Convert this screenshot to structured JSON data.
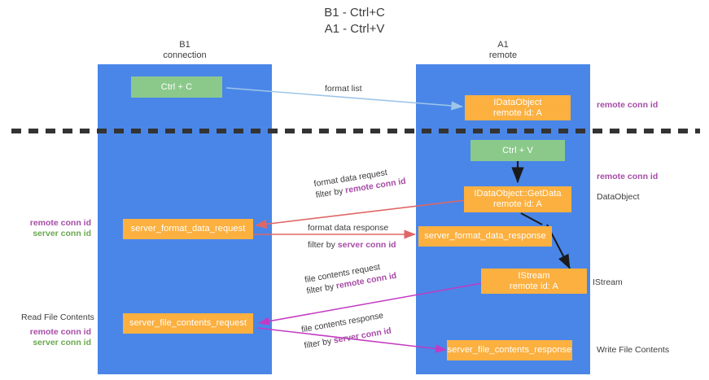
{
  "title": "B1 - Ctrl+C\nA1 - Ctrl+V",
  "colors": {
    "lane": "#4a86e8",
    "green_node": "#8bc98b",
    "orange_node": "#fbb040",
    "remote_conn_id": "#a64ca6",
    "server_conn_id": "#6aa84f",
    "divider": "#333333",
    "arrow_format_list": "#9fc5e8",
    "arrow_ctrl_v": "#000000",
    "arrow_format_data": "#e06666",
    "arrow_file_contents": "#c23ac2"
  },
  "columns": [
    {
      "name": "B1",
      "role": "connection"
    },
    {
      "name": "A1",
      "role": "remote"
    }
  ],
  "nodes": {
    "ctrl_c": {
      "line1": "Ctrl + C",
      "line2": ""
    },
    "idataobject": {
      "line1": "IDataObject",
      "line2": "remote id: A"
    },
    "ctrl_v": {
      "line1": "Ctrl + V",
      "line2": ""
    },
    "getdata": {
      "line1": "IDataObject::GetData",
      "line2": "remote id: A"
    },
    "server_format_data_request": {
      "line1": "server_format_data_request",
      "line2": ""
    },
    "server_format_data_response": {
      "line1": "server_format_data_response",
      "line2": ""
    },
    "istream": {
      "line1": "IStream",
      "line2": "remote id: A"
    },
    "server_file_contents_request": {
      "line1": "server_file_contents_request",
      "line2": ""
    },
    "server_file_contents_response": {
      "line1": "server_file_contents_response",
      "line2": ""
    }
  },
  "arrow_labels": {
    "format_list": {
      "text": "format list"
    },
    "format_data_request": {
      "line1": "format data request",
      "prefix": "filter by ",
      "conn": "remote conn id"
    },
    "format_data_response": {
      "line1": "format data response",
      "prefix": "filter by ",
      "conn": "server conn id"
    },
    "file_contents_request": {
      "line1": "file contents request",
      "prefix": "filter by ",
      "conn": "remote conn id"
    },
    "file_contents_response": {
      "line1": "file contents response",
      "prefix": "filter by ",
      "conn": "server conn id"
    }
  },
  "annotations": {
    "right_remote_top": "remote conn id",
    "right_remote_mid": "remote conn id",
    "right_dataobject": "DataObject",
    "right_istream": "IStream",
    "right_write_file": "Write File Contents",
    "left_remote_conn": "remote conn id",
    "left_server_conn": "server conn id",
    "left_read_file": "Read File Contents",
    "left_remote_conn2": "remote conn id",
    "left_server_conn2": "server conn id"
  }
}
